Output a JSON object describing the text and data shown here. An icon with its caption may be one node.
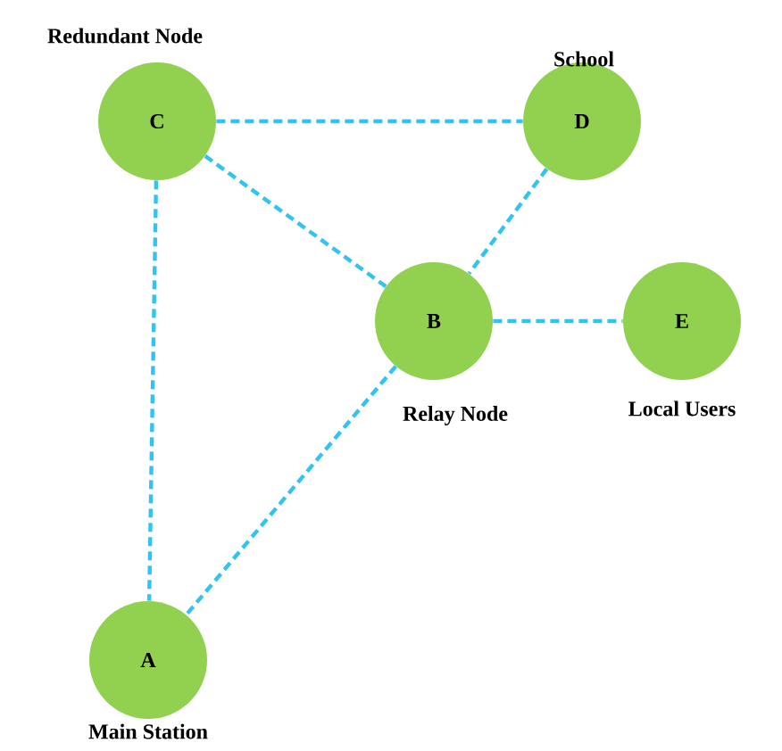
{
  "diagram": {
    "nodes": [
      {
        "text": [
          "C"
        ],
        "beside": [
          "Redundant Node"
        ]
      },
      {
        "text": [
          "D"
        ],
        "beside": [
          "School"
        ]
      },
      {
        "text": [
          "B"
        ],
        "beside": [
          "Relay Node"
        ]
      },
      {
        "text": [
          "E"
        ],
        "beside": [
          "Local Users"
        ]
      },
      {
        "text": [
          "A"
        ],
        "beside": [
          "Main Station"
        ]
      }
    ],
    "edges": [
      {
        "from": 0,
        "to": 1,
        "arrow": "none",
        "style": "dashed"
      },
      {
        "from": 0,
        "to": 2,
        "arrow": "none",
        "style": "dashed"
      },
      {
        "from": 0,
        "to": 4,
        "arrow": "none",
        "style": "dashed"
      },
      {
        "from": 1,
        "to": 2,
        "arrow": "none",
        "style": "dashed"
      },
      {
        "from": 2,
        "to": 3,
        "arrow": "none",
        "style": "dashed"
      },
      {
        "from": 2,
        "to": 4,
        "arrow": "none",
        "style": "dashed"
      }
    ]
  }
}
